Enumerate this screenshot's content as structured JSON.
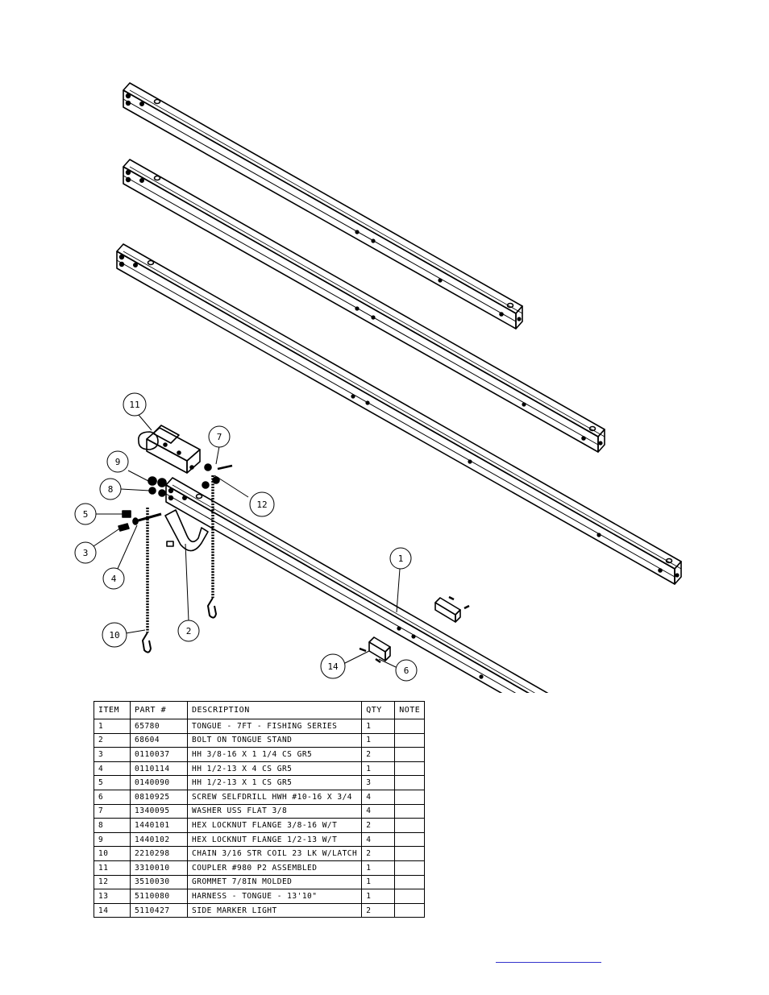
{
  "table": {
    "headers": [
      "ITEM",
      "PART #",
      "DESCRIPTION",
      "QTY",
      "NOTE"
    ],
    "rows": [
      [
        "1",
        "65780",
        "TONGUE - 7FT - FISHING SERIES",
        "1",
        ""
      ],
      [
        "2",
        "68604",
        "BOLT ON TONGUE STAND",
        "1",
        ""
      ],
      [
        "3",
        "0110037",
        "HH 3/8-16 X 1 1/4 CS GR5",
        "2",
        ""
      ],
      [
        "4",
        "0110114",
        "HH 1/2-13 X 4 CS GR5",
        "1",
        ""
      ],
      [
        "5",
        "0140090",
        "HH 1/2-13 X 1 CS GR5",
        "3",
        ""
      ],
      [
        "6",
        "0810925",
        "SCREW SELFDRILL HWH #10-16 X 3/4",
        "4",
        ""
      ],
      [
        "7",
        "1340095",
        "WASHER USS FLAT 3/8",
        "4",
        ""
      ],
      [
        "8",
        "1440101",
        "HEX LOCKNUT FLANGE 3/8-16 W/T",
        "2",
        ""
      ],
      [
        "9",
        "1440102",
        "HEX LOCKNUT FLANGE 1/2-13 W/T",
        "4",
        ""
      ],
      [
        "10",
        "2210298",
        "CHAIN 3/16 STR COIL 23 LK W/LATCH",
        "2",
        ""
      ],
      [
        "11",
        "3310010",
        "COUPLER #980 P2 ASSEMBLED",
        "1",
        ""
      ],
      [
        "12",
        "3510030",
        "GROMMET 7/8IN MOLDED",
        "1",
        ""
      ],
      [
        "13",
        "5110080",
        "HARNESS - TONGUE - 13'10\"",
        "1",
        ""
      ],
      [
        "14",
        "5110427",
        "SIDE MARKER LIGHT",
        "2",
        ""
      ]
    ]
  },
  "balloons": {
    "b1": "1",
    "b2": "2",
    "b3": "3",
    "b4": "4",
    "b5": "5",
    "b6": "6",
    "b7": "7",
    "b8": "8",
    "b9": "9",
    "b10": "10",
    "b11": "11",
    "b12": "12",
    "b14": "14"
  },
  "colors": {
    "line": "#000000",
    "link": "#3333cc",
    "background": "#ffffff"
  }
}
